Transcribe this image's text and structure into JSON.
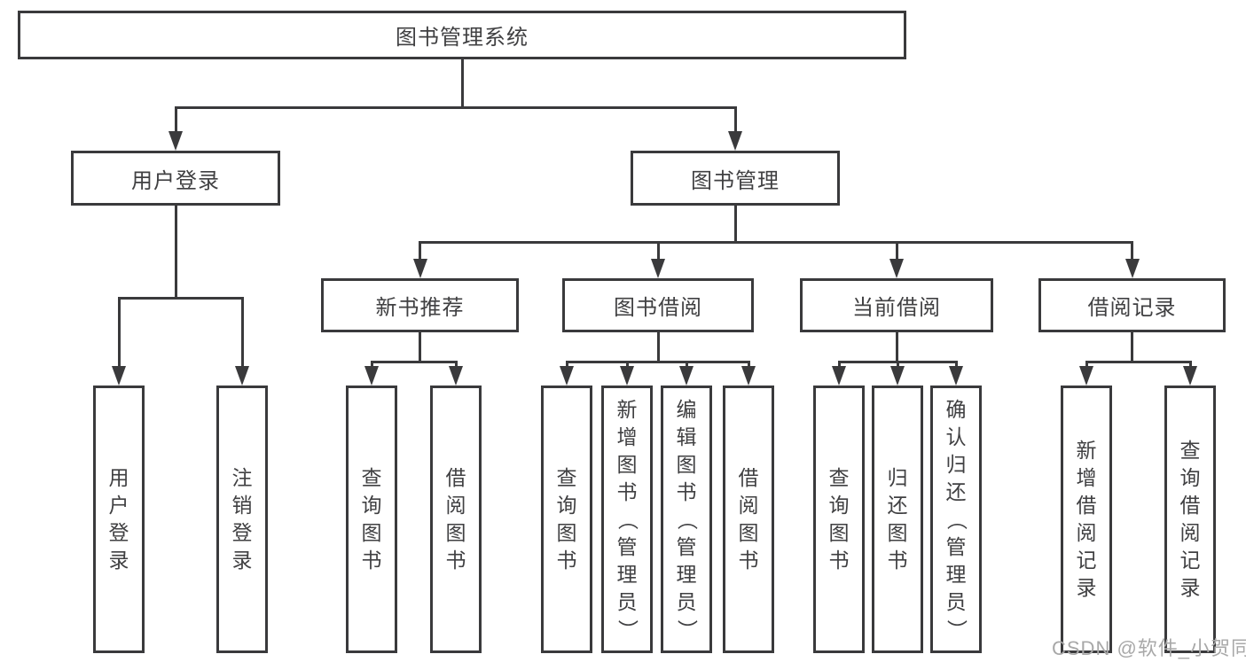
{
  "diagram": {
    "root": {
      "label": "图书管理系统"
    },
    "level1": [
      {
        "label": "用户登录"
      },
      {
        "label": "图书管理"
      }
    ],
    "level2": [
      {
        "label": "新书推荐"
      },
      {
        "label": "图书借阅"
      },
      {
        "label": "当前借阅"
      },
      {
        "label": "借阅记录"
      }
    ],
    "leaves": {
      "user_login": [
        "用户登录",
        "注销登录"
      ],
      "new_book_recommend": [
        "查询图书",
        "借阅图书"
      ],
      "book_borrow": [
        "查询图书",
        "新增图书（管理员）",
        "编辑图书（管理员）",
        "借阅图书"
      ],
      "current_borrow": [
        "查询图书",
        "归还图书",
        "确认归还（管理员）"
      ],
      "borrow_record": [
        "新增借阅记录",
        "查询借阅记录"
      ]
    },
    "watermark": "CSDN @软件_小贺同学",
    "colors": {
      "line": "#3a3a3c",
      "text": "#404042",
      "background": "#ffffff",
      "watermark": "#a8a8a8"
    }
  }
}
